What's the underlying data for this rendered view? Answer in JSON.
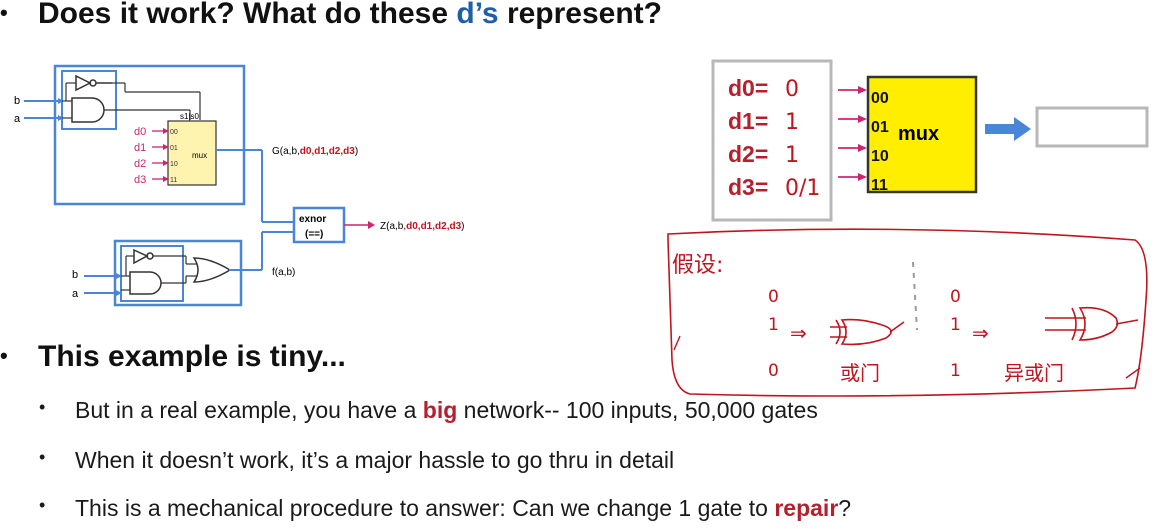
{
  "heading1": {
    "bullet": "•",
    "text_before": "Does it work?  What do these ",
    "text_highlight": "d’s",
    "text_after": " represent?"
  },
  "heading2": {
    "bullet": "•",
    "text": "This example is tiny..."
  },
  "subbullets": [
    {
      "before": "But in a real example, you have a ",
      "highlight": "big",
      "after": " network--  100 inputs, 50,000 gates"
    },
    {
      "before": "When it doesn’t work, it’s a major hassle to go thru in detail",
      "highlight": "",
      "after": ""
    },
    {
      "before": "This is a mechanical procedure to answer: Can we change 1 gate to ",
      "highlight": "repair",
      "after": "?"
    }
  ],
  "left_diagram": {
    "inputs_top": [
      "b",
      "a"
    ],
    "inputs_bottom": [
      "b",
      "a"
    ],
    "select_label": "s1|s0",
    "mux_inputs": [
      "d0",
      "d1",
      "d2",
      "d3"
    ],
    "mux_codes": [
      "00",
      "01",
      "10",
      "11"
    ],
    "mux_label": "mux",
    "g_output": {
      "prefix": "G(a,b,",
      "vars": "d0,d1,d2,d3",
      "suffix": ")"
    },
    "exnor_label_1": "exnor",
    "exnor_label_2": "(==)",
    "z_output": {
      "prefix": "Z(a,b,",
      "vars": "d0,d1,d2,d3",
      "suffix": ")"
    },
    "f_output": "f(a,b)"
  },
  "right_diagram": {
    "d_labels": [
      "d0=",
      "d1=",
      "d2=",
      "d3="
    ],
    "d_handwritten": [
      "0",
      "1",
      "1",
      "0/1"
    ],
    "mux_codes": [
      "00",
      "01",
      "10",
      "11"
    ],
    "mux_label": "mux"
  },
  "handwritten": {
    "title": "假设:",
    "left_bits": [
      "0",
      "1",
      "0"
    ],
    "left_arrow": "⇒",
    "left_caption": "或门",
    "right_bits": [
      "0",
      "1",
      "1"
    ],
    "right_arrow": "⇒",
    "right_caption": "异或门"
  },
  "colors": {
    "accent_blue": "#1f5fa8",
    "box_blue": "#4a86d8",
    "mux_yellow": "#ffee00",
    "mux_light": "#fff3b0",
    "hw_red": "#c0141e",
    "magenta": "#d0246e"
  }
}
